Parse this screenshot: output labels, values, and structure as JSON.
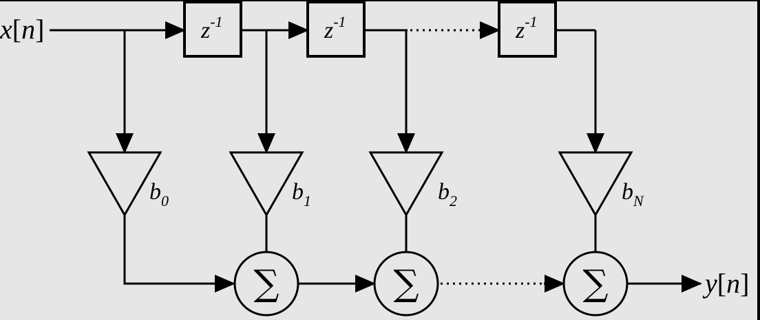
{
  "input_label": {
    "base": "x",
    "index": "n"
  },
  "output_label": {
    "base": "y",
    "index": "n"
  },
  "delay_blocks": [
    {
      "base": "z",
      "exp": "-1"
    },
    {
      "base": "z",
      "exp": "-1"
    },
    {
      "base": "z",
      "exp": "-1"
    }
  ],
  "gains": [
    {
      "base": "b",
      "sub": "0"
    },
    {
      "base": "b",
      "sub": "1"
    },
    {
      "base": "b",
      "sub": "2"
    },
    {
      "base": "b",
      "sub": "N"
    }
  ],
  "summer_symbol": "∑",
  "colors": {
    "background": "#e6e6e6",
    "stroke": "#000000"
  }
}
